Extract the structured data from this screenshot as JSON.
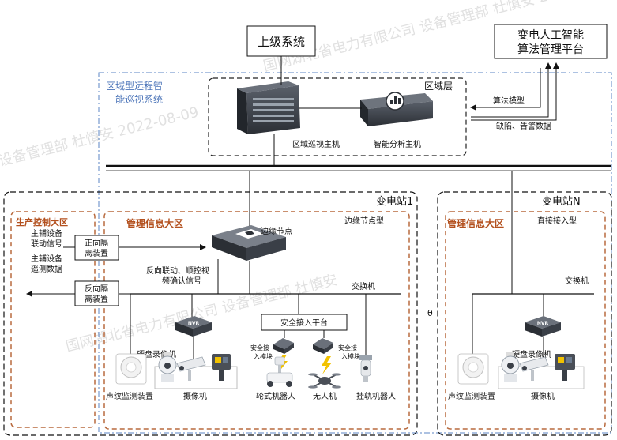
{
  "colors": {
    "line": "#111111",
    "region_blue": "#5b86c4",
    "area_orange": "#b86a3e",
    "server_dark": "#3a3f47",
    "bolt": "#f2c200"
  },
  "top": {
    "superior_system": "上级系统",
    "ai_platform_line1": "变电人工智能",
    "ai_platform_line2": "算法管理平台"
  },
  "region": {
    "title_line1": "区域型远程智",
    "title_line2": "能巡视系统",
    "layer_label": "区域层",
    "host_label": "区域巡视主机",
    "analysis_label": "智能分析主机",
    "algo_model": "算法模型",
    "defect_data": "缺陷、告警数据"
  },
  "station1": {
    "title": "变电站1",
    "node_type": "边缘节点型",
    "production_area": "生产控制大区",
    "main_aux_linkage_line1": "主辅设备",
    "main_aux_linkage_line2": "联动信号",
    "main_aux_telemetry_line1": "主辅设备",
    "main_aux_telemetry_line2": "遥测数据",
    "forward_isolator_line1": "正向隔",
    "forward_isolator_line2": "离装置",
    "reverse_isolator_line1": "反向隔",
    "reverse_isolator_line2": "离装置",
    "mgmt_area": "管理信息大区",
    "edge_node": "边缘节点",
    "reverse_signal_line1": "反向联动、顺控视",
    "reverse_signal_line2": "频确认信号",
    "switch": "交换机",
    "secure_platform": "安全接入平台",
    "secure_module_line1": "安全接",
    "secure_module_line2": "入模块",
    "nvr_label": "NVR",
    "nvr": "硬盘录像机",
    "acoustic": "声纹监测装置",
    "camera": "摄像机",
    "wheeled_robot": "轮式机器人",
    "drone": "无人机",
    "rail_robot": "挂轨机器人"
  },
  "stationN": {
    "title": "变电站N",
    "node_type": "直接接入型",
    "mgmt_area": "管理信息大区",
    "switch": "交换机",
    "nvr_label": "NVR",
    "nvr": "硬盘录像机",
    "acoustic": "声纹监测装置",
    "camera": "摄像机"
  },
  "between_stations": "θ",
  "watermarks": [
    "国网湖北省电力有限公司 设备管理部 杜慎安 2022-08-09",
    "设备管理部 杜慎安 2022-08-09",
    "国网湖北省电力有限公司 设备管理部 杜慎安"
  ]
}
